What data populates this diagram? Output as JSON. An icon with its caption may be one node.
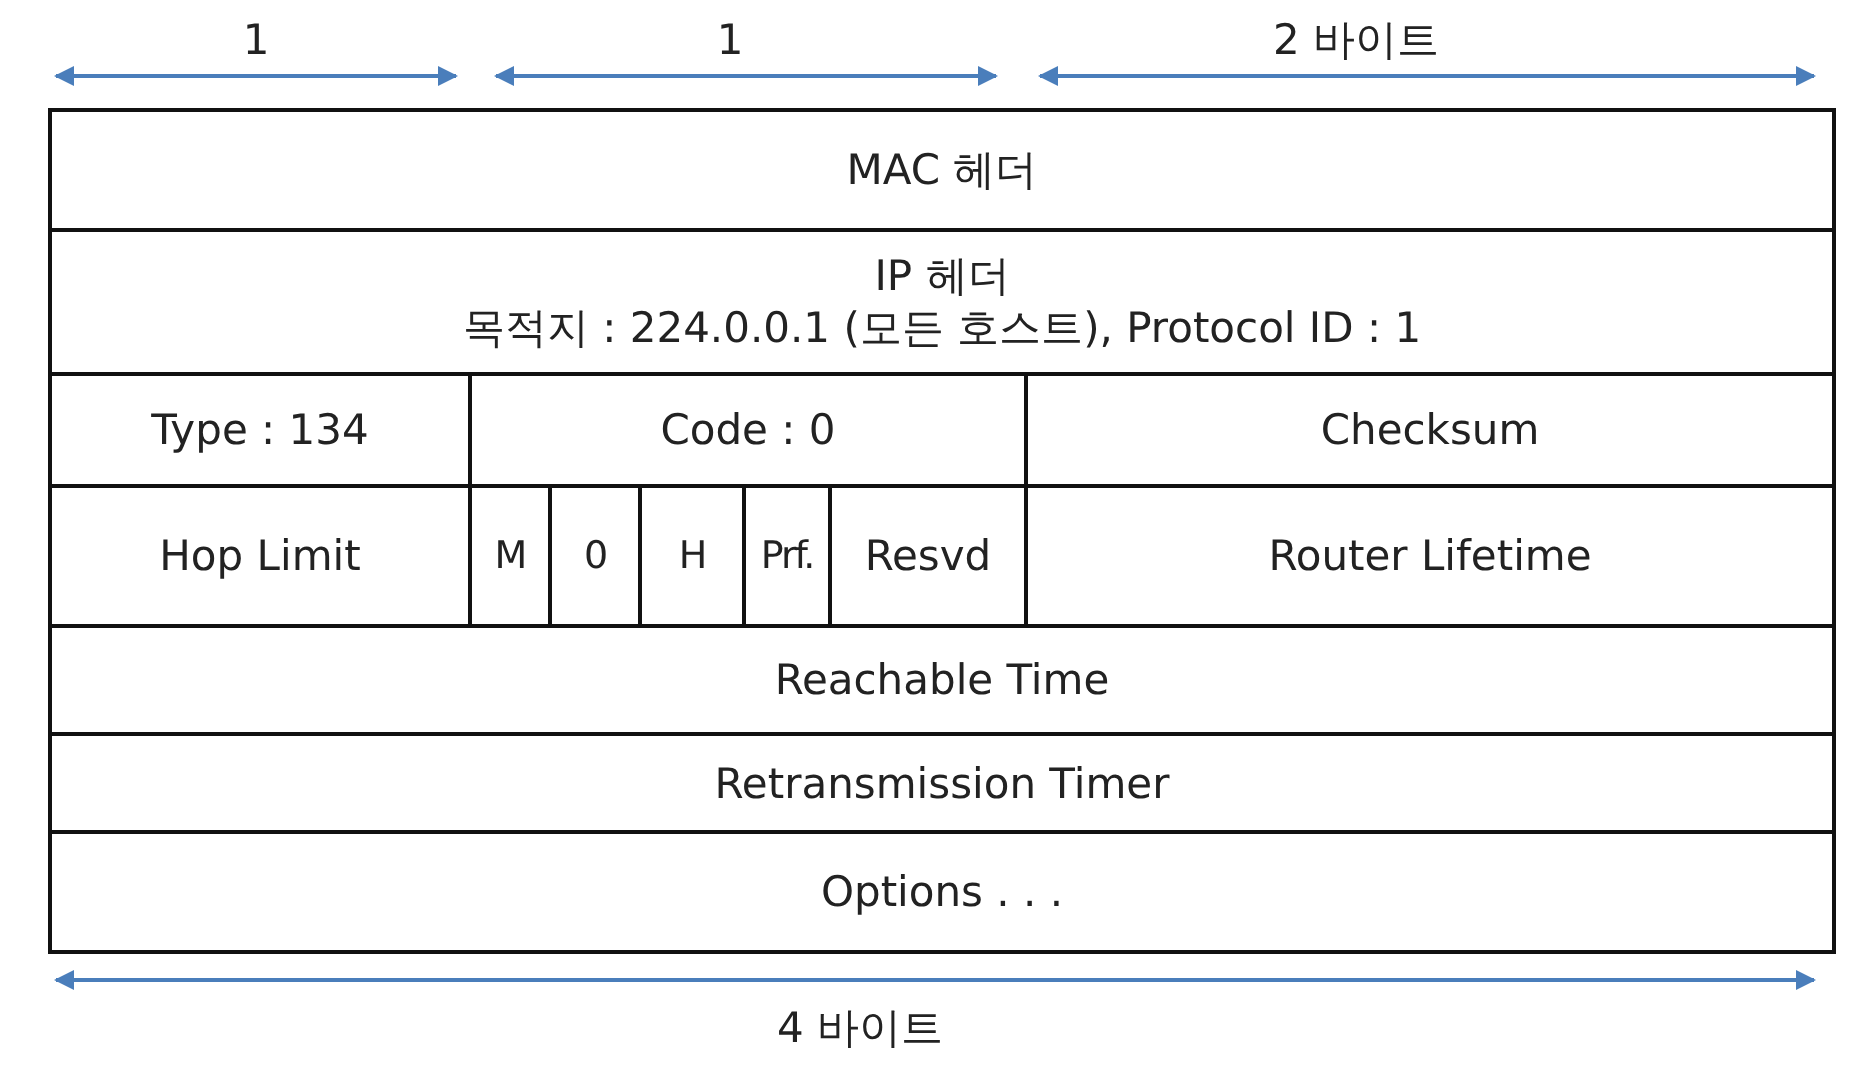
{
  "diagram": {
    "nodes": [
      {
        "text": [
          "MAC 헤더"
        ]
      },
      {
        "text": [
          "IP 헤더",
          "목적지 : 224.0.0.1 (모든 호스트), Protocol ID : 1"
        ]
      },
      {
        "text": [
          "Type : 134"
        ]
      },
      {
        "text": [
          "Code : 0"
        ]
      },
      {
        "text": [
          "Checksum"
        ]
      },
      {
        "text": [
          "Hop Limit"
        ]
      },
      {
        "text": [
          "M"
        ]
      },
      {
        "text": [
          "0"
        ]
      },
      {
        "text": [
          "H"
        ]
      },
      {
        "text": [
          "Prf."
        ]
      },
      {
        "text": [
          "Resvd"
        ]
      },
      {
        "text": [
          "Router Lifetime"
        ]
      },
      {
        "text": [
          "Reachable Time"
        ]
      },
      {
        "text": [
          "Retransmission Timer"
        ]
      },
      {
        "text": [
          "Options . . ."
        ]
      }
    ],
    "edges": [],
    "labels": [
      "1",
      "1",
      "2 바이트",
      "4 바이트"
    ]
  }
}
